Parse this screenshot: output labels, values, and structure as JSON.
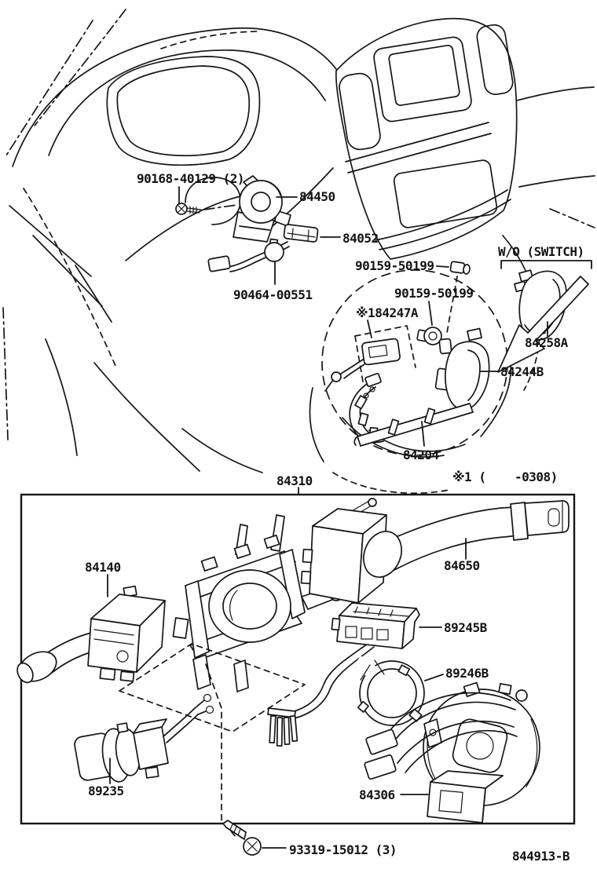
{
  "upper_section": {
    "callouts": {
      "screw_90168": "90168-40129 (2)",
      "spiral_cable_84450": "84450",
      "wire_84052": "84052",
      "bolt_90159_upper": "90159-50199",
      "bolt_90159_lower": "90159-50199",
      "switch_184247": "※184247A",
      "grommet_90464": "90464-00551",
      "variant_note": "W/O (SWITCH)",
      "switch_84258": "84258A",
      "switch_84244": "84244B",
      "spoke_84204": "84204"
    }
  },
  "lower_section": {
    "assembly_callout": "84310",
    "applicability_note": "※1 (    -0308)",
    "callouts": {
      "dimmer_switch_84140": "84140",
      "wiper_switch_84650": "84650",
      "relay_89245": "89245B",
      "ring_89246": "89246B",
      "fog_switch_89235": "89235",
      "spiral_cable_84306": "84306",
      "screw_93319": "93319-15012 (3)"
    }
  },
  "footer": {
    "sheet_number": "844913-B"
  }
}
